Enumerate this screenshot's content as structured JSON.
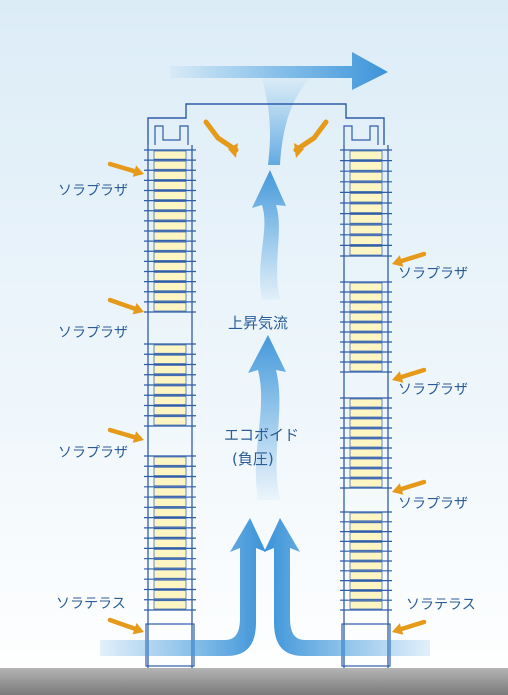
{
  "labels": {
    "left_sora_plaza": [
      "ソラプラザ",
      "ソラプラザ",
      "ソラプラザ"
    ],
    "right_sora_plaza": [
      "ソラプラザ",
      "ソラプラザ",
      "ソラプラザ"
    ],
    "left_sora_terrace": "ソラテラス",
    "right_sora_terrace": "ソラテラス",
    "updraft": "上昇気流",
    "eco_void_line1": "エコボイド",
    "eco_void_line2": "(負圧)"
  },
  "colors": {
    "sky_top": "#dfeef8",
    "sky_bottom": "#ffffff",
    "frame_line": "#2f5da8",
    "window_fill": "#fdf6c3",
    "airflow_blue": "#4aa0e0",
    "wind_arrow_orange": "#e59a1a",
    "label_text": "#2a5d95",
    "ground": "#9a9a9a"
  }
}
